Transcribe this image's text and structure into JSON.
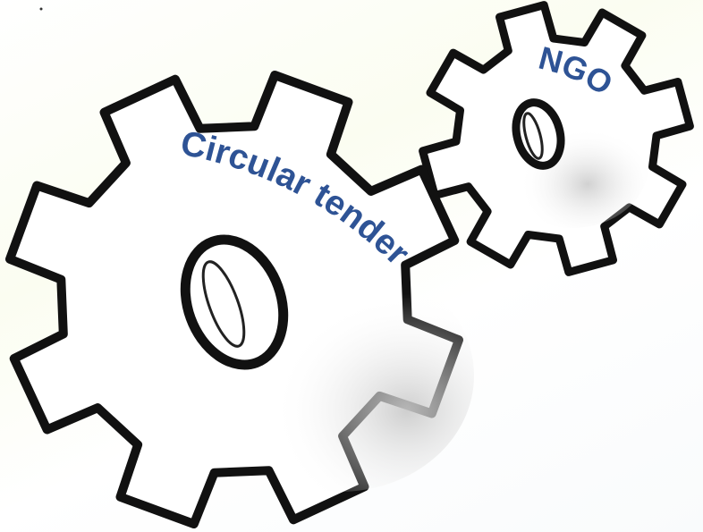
{
  "diagram": {
    "gears": [
      {
        "id": "large-gear",
        "label": "Circular tender"
      },
      {
        "id": "small-gear",
        "label": "NGO"
      }
    ],
    "colors": {
      "label": "#2e5395",
      "outline": "#111111",
      "gear_fill": "#ffffff",
      "shade": "#c9c9c9"
    }
  }
}
